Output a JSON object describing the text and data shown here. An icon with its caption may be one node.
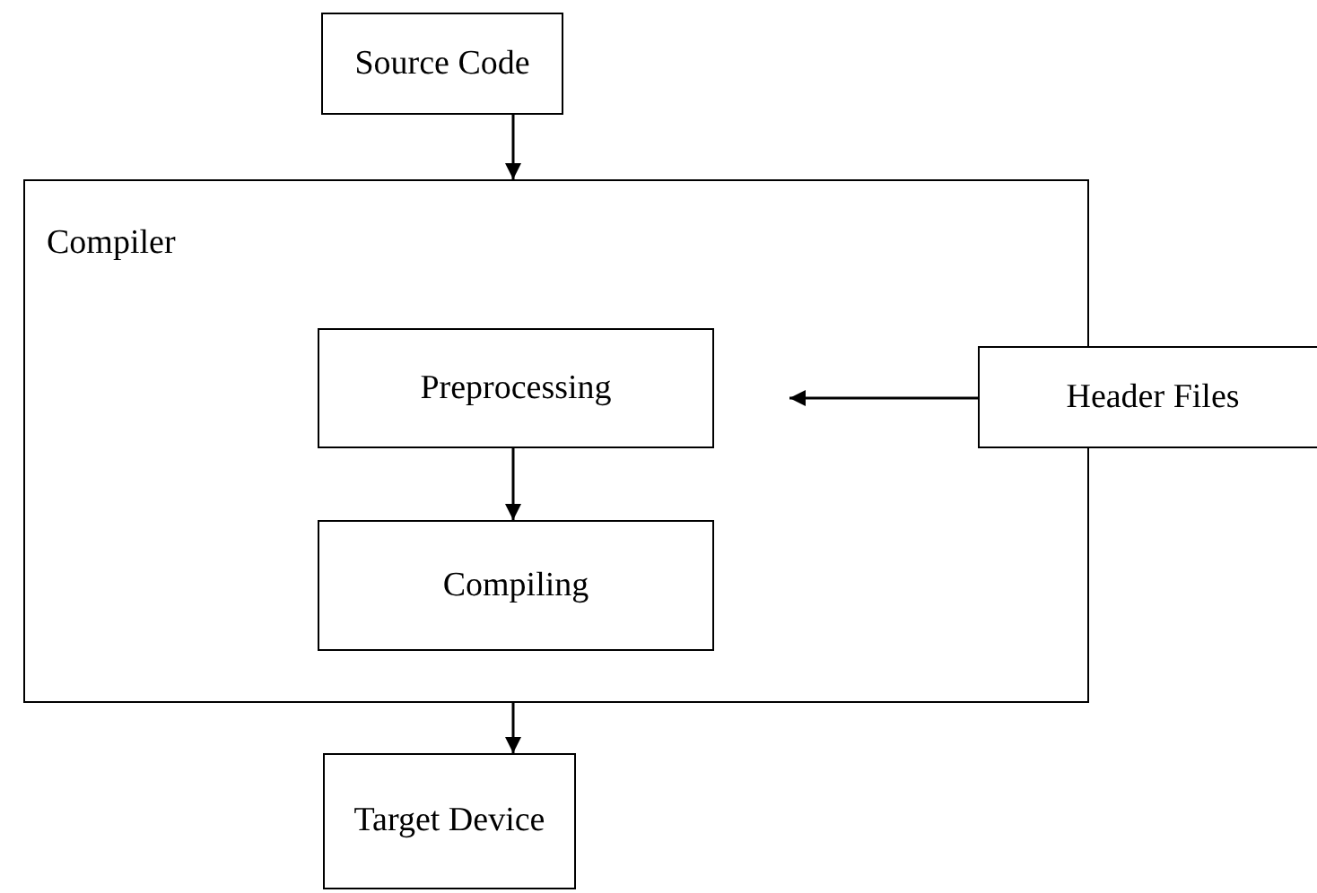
{
  "diagram": {
    "nodes": [
      {
        "text": [
          "Source Code"
        ]
      },
      {
        "text": [
          "Compiler"
        ]
      },
      {
        "text": [
          "Preprocessing"
        ],
        "in": 1
      },
      {
        "text": [
          "Compiling"
        ],
        "in": 1
      },
      {
        "text": [
          "Header Files"
        ]
      },
      {
        "text": [
          "Target Device"
        ]
      }
    ],
    "edges": [
      {
        "from": 0,
        "to": 1,
        "arrow": "to"
      },
      {
        "from": 2,
        "to": 3,
        "arrow": "to"
      },
      {
        "from": 4,
        "to": null,
        "arrow": "to"
      },
      {
        "from": 1,
        "to": 5,
        "arrow": "to"
      }
    ]
  }
}
